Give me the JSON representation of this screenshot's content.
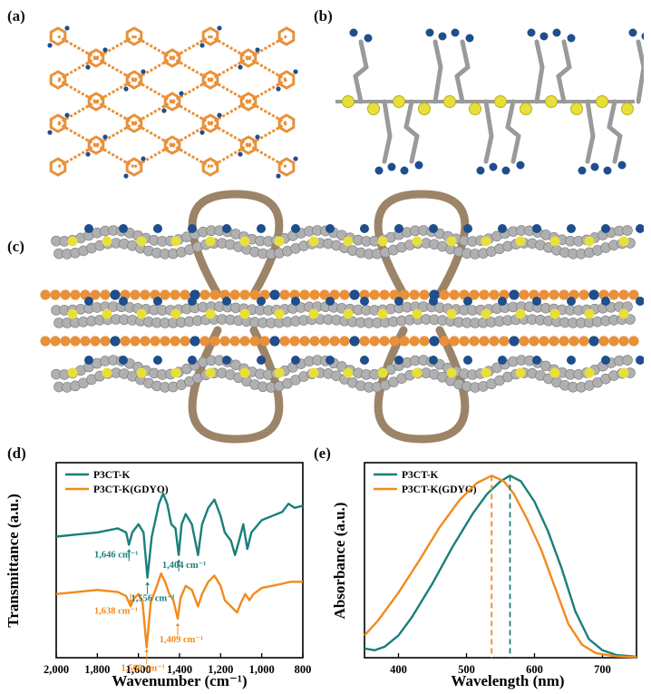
{
  "figure": {
    "panel_labels": [
      "(a)",
      "(b)",
      "(c)",
      "(d)",
      "(e)"
    ]
  },
  "colors": {
    "gdy_orange": "#e8913a",
    "sulfur_yellow": "#e8e03a",
    "oxygen_blue": "#1f4e8c",
    "carbon_grey": "#b0b0b0",
    "loop_brown": "#9c8468",
    "teal": "#1a7f7a",
    "orange_series": "#f28a1e"
  },
  "chart_data": [
    {
      "type": "line",
      "panel": "(d)",
      "xlabel": "Wavenumber (cm⁻¹)",
      "ylabel": "Transmittance (a.u.)",
      "xlim": [
        2000,
        800
      ],
      "x_reversed": true,
      "xticks": [
        "2,000",
        "1,800",
        "1,600",
        "1,400",
        "1,200",
        "1,000",
        "800"
      ],
      "legend": {
        "placement": "top-left",
        "entries": [
          "P3CT-K",
          "P3CT-K(GDYO)"
        ]
      },
      "series": [
        {
          "name": "P3CT-K",
          "color": "#1a7f7a",
          "points": [
            [
              2000,
              0.64
            ],
            [
              1900,
              0.65
            ],
            [
              1800,
              0.66
            ],
            [
              1700,
              0.68
            ],
            [
              1660,
              0.66
            ],
            [
              1646,
              0.6
            ],
            [
              1630,
              0.66
            ],
            [
              1600,
              0.7
            ],
            [
              1575,
              0.66
            ],
            [
              1556,
              0.44
            ],
            [
              1535,
              0.64
            ],
            [
              1500,
              0.8
            ],
            [
              1480,
              0.85
            ],
            [
              1460,
              0.8
            ],
            [
              1440,
              0.7
            ],
            [
              1420,
              0.68
            ],
            [
              1404,
              0.55
            ],
            [
              1390,
              0.7
            ],
            [
              1370,
              0.75
            ],
            [
              1340,
              0.7
            ],
            [
              1310,
              0.55
            ],
            [
              1290,
              0.7
            ],
            [
              1260,
              0.78
            ],
            [
              1230,
              0.82
            ],
            [
              1200,
              0.74
            ],
            [
              1180,
              0.66
            ],
            [
              1150,
              0.62
            ],
            [
              1130,
              0.55
            ],
            [
              1110,
              0.62
            ],
            [
              1090,
              0.7
            ],
            [
              1070,
              0.58
            ],
            [
              1050,
              0.66
            ],
            [
              1000,
              0.72
            ],
            [
              950,
              0.74
            ],
            [
              900,
              0.76
            ],
            [
              870,
              0.8
            ],
            [
              840,
              0.78
            ],
            [
              800,
              0.79
            ]
          ]
        },
        {
          "name": "P3CT-K(GDYO)",
          "color": "#f28a1e",
          "points": [
            [
              2000,
              0.36
            ],
            [
              1900,
              0.37
            ],
            [
              1800,
              0.38
            ],
            [
              1700,
              0.37
            ],
            [
              1660,
              0.35
            ],
            [
              1638,
              0.3
            ],
            [
              1620,
              0.34
            ],
            [
              1600,
              0.36
            ],
            [
              1580,
              0.32
            ],
            [
              1560,
              0.1
            ],
            [
              1540,
              0.32
            ],
            [
              1510,
              0.4
            ],
            [
              1490,
              0.46
            ],
            [
              1470,
              0.42
            ],
            [
              1450,
              0.36
            ],
            [
              1430,
              0.33
            ],
            [
              1409,
              0.24
            ],
            [
              1395,
              0.34
            ],
            [
              1370,
              0.4
            ],
            [
              1340,
              0.38
            ],
            [
              1310,
              0.3
            ],
            [
              1290,
              0.36
            ],
            [
              1260,
              0.42
            ],
            [
              1230,
              0.45
            ],
            [
              1200,
              0.4
            ],
            [
              1180,
              0.33
            ],
            [
              1150,
              0.3
            ],
            [
              1120,
              0.27
            ],
            [
              1100,
              0.32
            ],
            [
              1080,
              0.36
            ],
            [
              1060,
              0.33
            ],
            [
              1040,
              0.36
            ],
            [
              1000,
              0.39
            ],
            [
              950,
              0.4
            ],
            [
              900,
              0.41
            ],
            [
              860,
              0.42
            ],
            [
              800,
              0.42
            ]
          ]
        }
      ],
      "annotations": [
        {
          "label": "1,646 cm⁻¹",
          "x": 1646,
          "color": "#1a7f7a"
        },
        {
          "label": "1,556 cm⁻¹",
          "x": 1556,
          "color": "#1a7f7a"
        },
        {
          "label": "1,404 cm⁻¹",
          "x": 1404,
          "color": "#1a7f7a"
        },
        {
          "label": "1,638 cm⁻¹",
          "x": 1638,
          "color": "#f28a1e"
        },
        {
          "label": "1,560 cm⁻¹",
          "x": 1560,
          "color": "#f28a1e"
        },
        {
          "label": "1,409 cm⁻¹",
          "x": 1409,
          "color": "#f28a1e"
        }
      ]
    },
    {
      "type": "line",
      "panel": "(e)",
      "xlabel": "Wavelength (nm)",
      "ylabel": "Absorbance (a.u.)",
      "xlim": [
        350,
        750
      ],
      "ylim": [
        0,
        1.05
      ],
      "xticks": [
        "400",
        "500",
        "600",
        "700"
      ],
      "legend": {
        "placement": "top-left",
        "entries": [
          "P3CT-K",
          "P3CT-K(GDYO)"
        ]
      },
      "series": [
        {
          "name": "P3CT-K",
          "color": "#1a7f7a",
          "peak": 564,
          "points": [
            [
              350,
              0.05
            ],
            [
              365,
              0.04
            ],
            [
              380,
              0.06
            ],
            [
              400,
              0.12
            ],
            [
              420,
              0.22
            ],
            [
              450,
              0.4
            ],
            [
              480,
              0.6
            ],
            [
              510,
              0.78
            ],
            [
              530,
              0.88
            ],
            [
              550,
              0.95
            ],
            [
              564,
              0.98
            ],
            [
              580,
              0.95
            ],
            [
              600,
              0.84
            ],
            [
              620,
              0.68
            ],
            [
              640,
              0.48
            ],
            [
              660,
              0.25
            ],
            [
              680,
              0.1
            ],
            [
              700,
              0.04
            ],
            [
              720,
              0.015
            ],
            [
              750,
              0.005
            ]
          ]
        },
        {
          "name": "P3CT-K(GDYO)",
          "color": "#f28a1e",
          "peak": 537,
          "points": [
            [
              350,
              0.12
            ],
            [
              370,
              0.2
            ],
            [
              400,
              0.35
            ],
            [
              430,
              0.52
            ],
            [
              460,
              0.7
            ],
            [
              490,
              0.85
            ],
            [
              515,
              0.94
            ],
            [
              537,
              0.98
            ],
            [
              555,
              0.95
            ],
            [
              570,
              0.88
            ],
            [
              590,
              0.74
            ],
            [
              610,
              0.58
            ],
            [
              630,
              0.38
            ],
            [
              650,
              0.18
            ],
            [
              670,
              0.07
            ],
            [
              690,
              0.025
            ],
            [
              720,
              0.008
            ],
            [
              750,
              0.003
            ]
          ]
        }
      ]
    }
  ]
}
